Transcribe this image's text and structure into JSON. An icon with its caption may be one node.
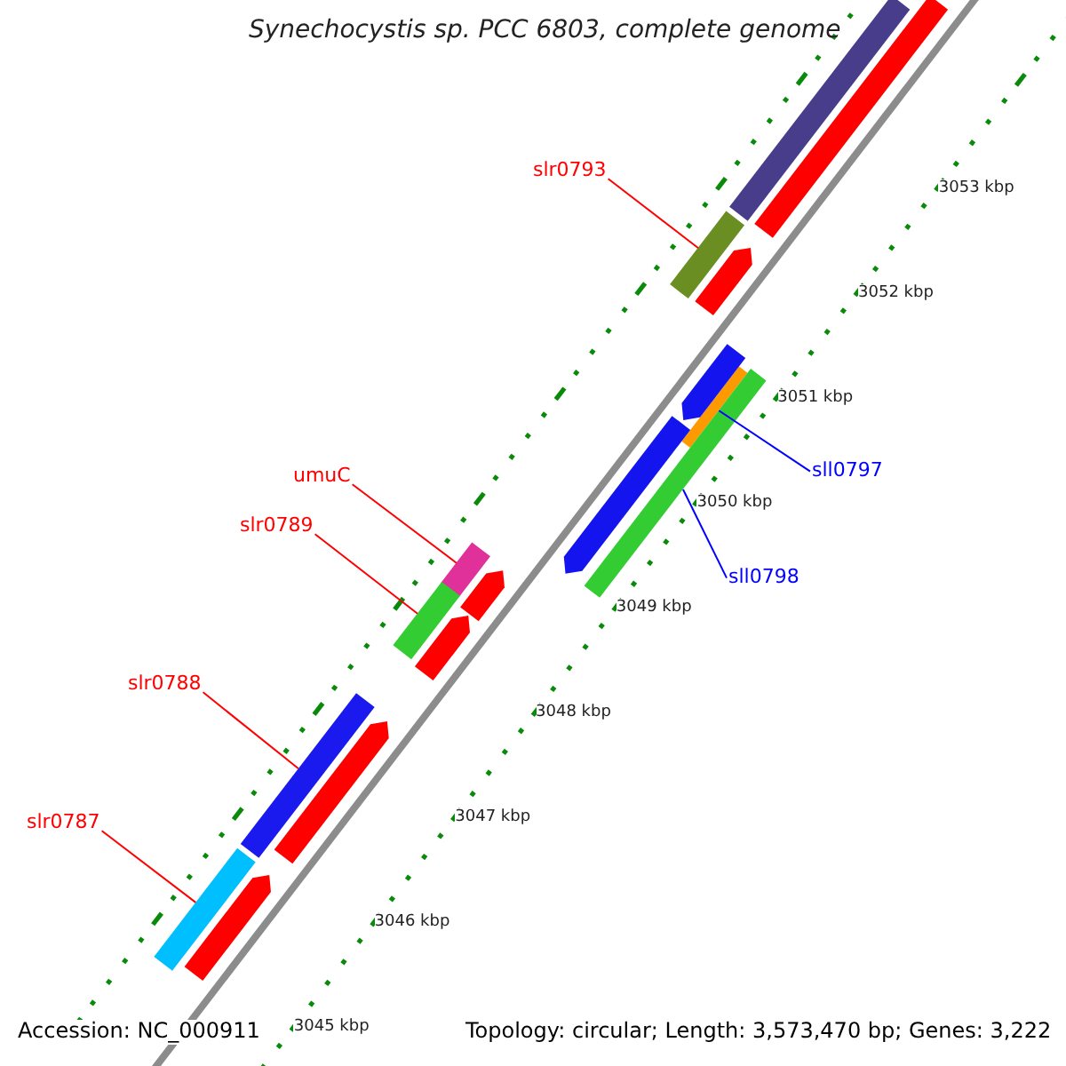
{
  "diagram": {
    "title": "Synechocystis sp. PCC 6803, complete genome",
    "nodes": [
      {
        "text": [
          "slr0793"
        ]
      },
      {
        "text": [],
        "shape": "bar"
      },
      {
        "text": [
          "umuC"
        ]
      },
      {
        "text": [],
        "shape": "bar"
      },
      {
        "text": [
          "slr0789"
        ]
      },
      {
        "text": [],
        "shape": "bar"
      },
      {
        "text": [
          "sll0797"
        ]
      },
      {
        "text": [],
        "shape": "bar"
      },
      {
        "text": [
          "sll0798"
        ]
      },
      {
        "text": [],
        "shape": "bar"
      },
      {
        "text": [
          "slr0788"
        ]
      },
      {
        "text": [],
        "shape": "bar"
      },
      {
        "text": [
          "slr0787"
        ]
      },
      {
        "text": [],
        "shape": "bar"
      },
      {
        "text": [],
        "shape": "pentagon"
      },
      {
        "text": [],
        "shape": "pentagon"
      },
      {
        "text": [],
        "shape": "pentagon"
      },
      {
        "text": [],
        "shape": "pentagon"
      },
      {
        "text": [],
        "shape": "pentagon"
      },
      {
        "text": [],
        "shape": "bar"
      },
      {
        "text": [],
        "shape": "bar"
      },
      {
        "text": [],
        "shape": "pentagon"
      },
      {
        "text": [],
        "shape": "pentagon"
      }
    ],
    "edges": [
      {
        "from": 0,
        "to": 1,
        "arrow": "none"
      },
      {
        "from": 2,
        "to": 3,
        "arrow": "none"
      },
      {
        "from": 4,
        "to": 5,
        "arrow": "none"
      },
      {
        "from": 6,
        "to": 7,
        "arrow": "none",
        "color": "#0000ff"
      },
      {
        "from": 8,
        "to": 9,
        "arrow": "none",
        "color": "#0000ff"
      },
      {
        "from": 10,
        "to": 11,
        "arrow": "none"
      },
      {
        "from": 12,
        "to": 13,
        "arrow": "none"
      }
    ],
    "labels": [
      "3053 kbp",
      "3052 kbp",
      "3051 kbp",
      "3050 kbp",
      "3049 kbp",
      "3048 kbp",
      "3047 kbp",
      "3046 kbp",
      "3045 kbp",
      "Accession: NC_000911",
      "Topology: circular; Length: 3,573,470 bp; Genes: 3,222"
    ]
  }
}
